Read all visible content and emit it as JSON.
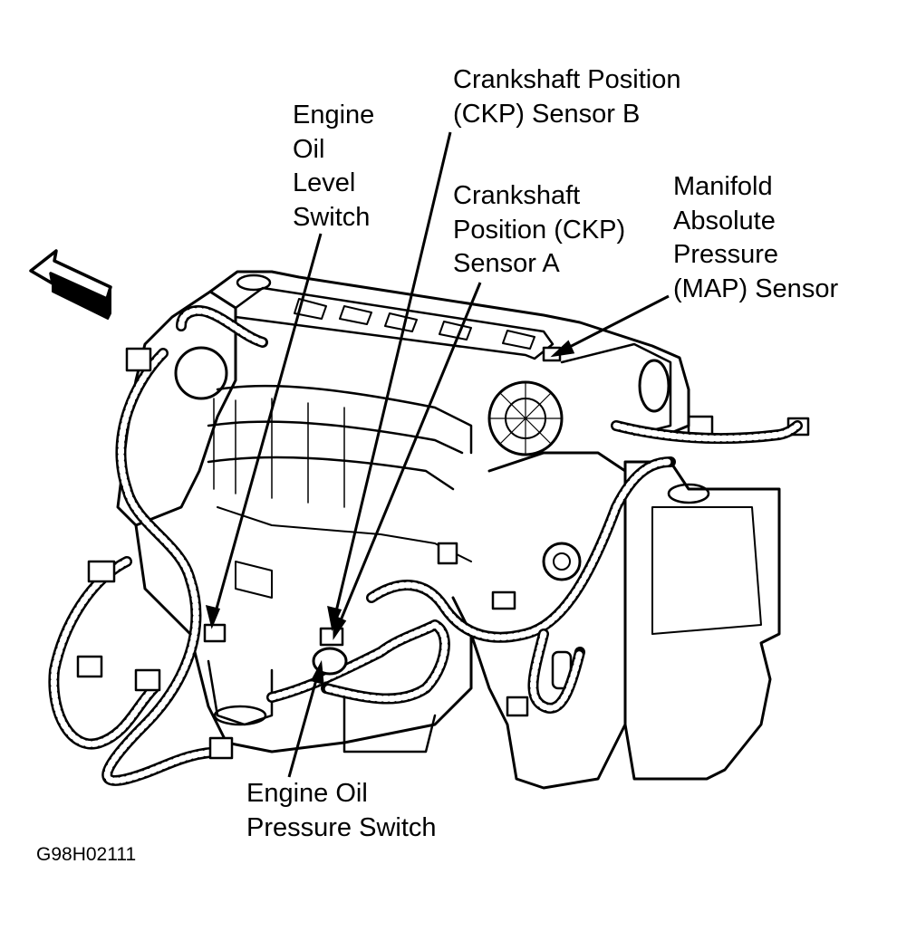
{
  "figure_code": "G98H02111",
  "labels": {
    "oil_level_switch": [
      "Engine",
      "Oil",
      "Level",
      "Switch"
    ],
    "ckp_sensor_b": [
      "Crankshaft Position",
      "(CKP) Sensor B"
    ],
    "ckp_sensor_a": [
      "Crankshaft",
      "Position (CKP)",
      "Sensor A"
    ],
    "map_sensor": [
      "Manifold",
      "Absolute",
      "Pressure",
      "(MAP) Sensor"
    ],
    "oil_pressure_switch": [
      "Engine Oil",
      "Pressure Switch"
    ]
  },
  "icons": {
    "direction_arrow": "front-direction-arrow-icon",
    "engine": "engine-line-drawing"
  },
  "colors": {
    "ink": "#000000",
    "background": "#ffffff"
  }
}
